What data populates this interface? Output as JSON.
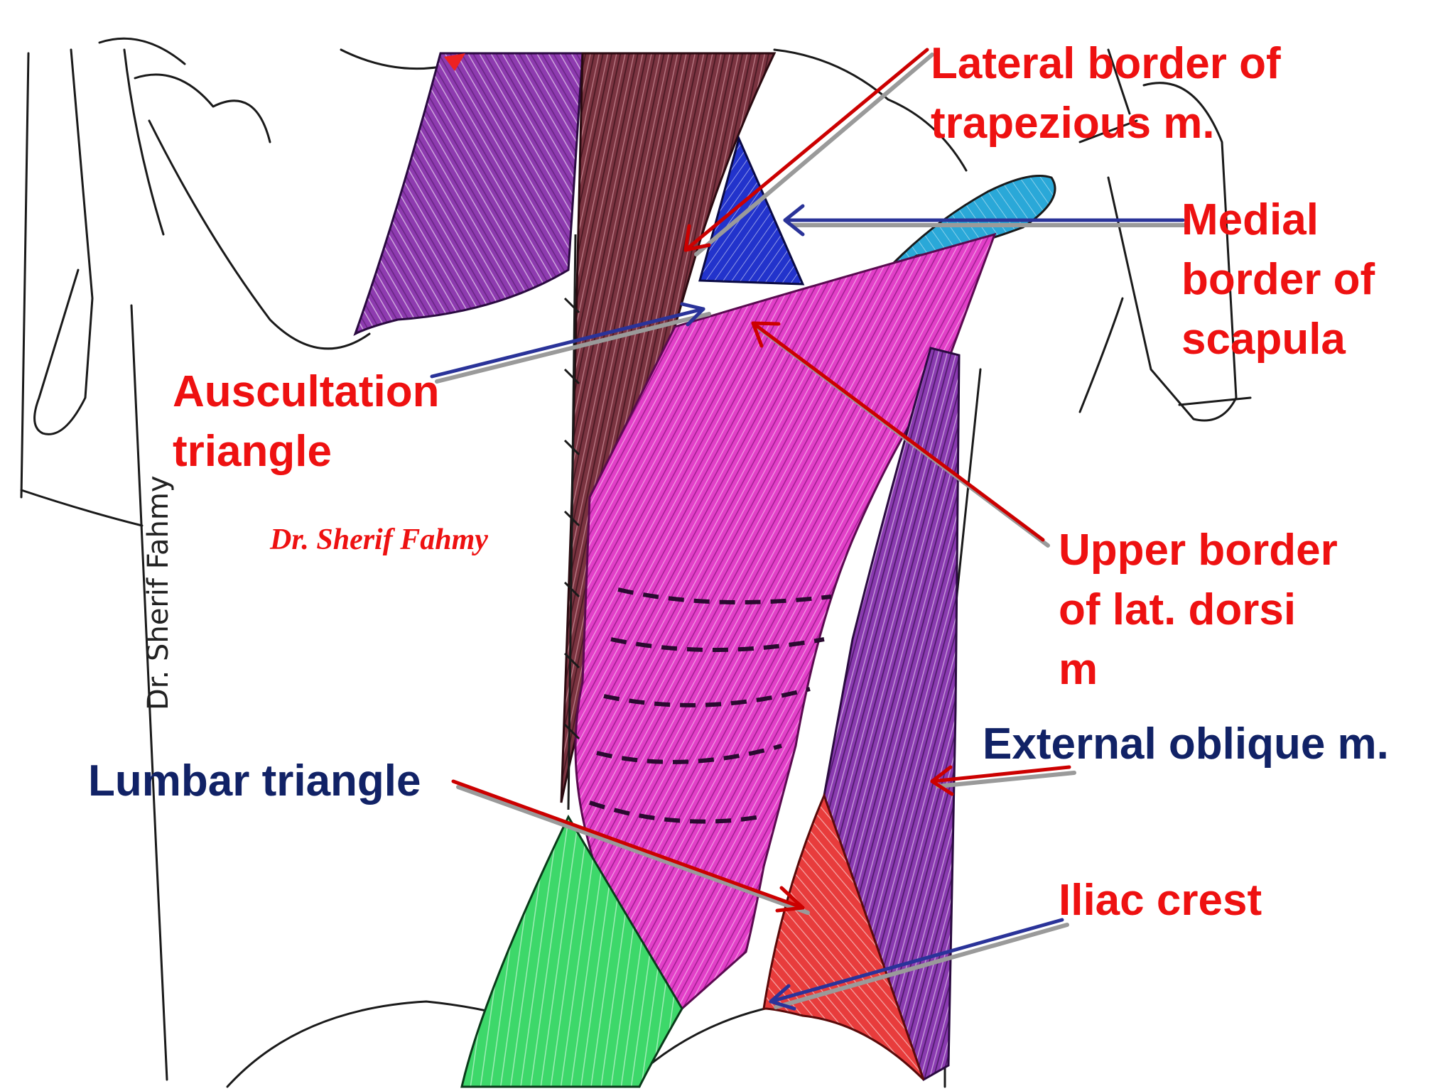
{
  "labels": {
    "lateral_border_trapezius": {
      "line1": "Lateral border of",
      "line2": "trapezious m."
    },
    "medial_border_scapula": {
      "line1": "Medial",
      "line2": "border of",
      "line3": "scapula"
    },
    "auscultation_triangle": {
      "line1": "Auscultation",
      "line2": "triangle"
    },
    "upper_border_lat_dorsi": {
      "line1": "Upper border",
      "line2": "of lat. dorsi",
      "line3": "m"
    },
    "external_oblique": {
      "text": "External oblique m."
    },
    "lumbar_triangle": {
      "text": "Lumbar triangle"
    },
    "iliac_crest": {
      "text": "Iliac crest"
    }
  },
  "signature": {
    "text": "Dr. Sherif Fahmy"
  },
  "handwritten_signature": {
    "text": "Dr. Sherif Fahmy"
  },
  "colors": {
    "label_red": "#ee1111",
    "label_navy": "#112266",
    "arrow_red": "#cc0000",
    "arrow_blue": "#2a3399",
    "arrow_shadow": "#9a9a9a",
    "trapezius": "#7a3340",
    "rhomboid_purple": "#7a2a99",
    "latissimus_magenta": "#e040c8",
    "external_oblique_purple": "#8a3ab0",
    "auscultation_blue": "#2233cc",
    "teres_cyan": "#2aa8d8",
    "lumbar_red": "#e83c3c",
    "gluteal_green": "#3dd86a",
    "outline": "#1a1a1a"
  }
}
